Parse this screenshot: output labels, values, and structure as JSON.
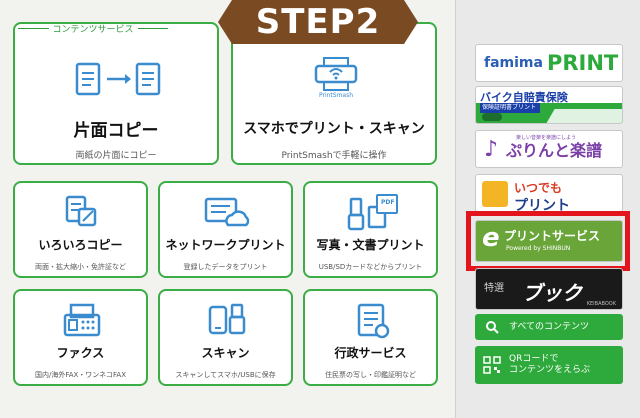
{
  "step": {
    "label": "STEP2"
  },
  "cards": [
    {
      "title": "片面コピー",
      "sub": "両紙の片面にコピー",
      "icon": "copy-arrow-icon"
    },
    {
      "title": "スマホでプリント・スキャン",
      "sub": "PrintSmashで手軽に操作",
      "icon": "printsmash-icon",
      "brand": "PrintSmash"
    },
    {
      "title": "いろいろコピー",
      "sub": "両面・拡大縮小・免許証など",
      "icon": "various-copy-icon"
    },
    {
      "title": "ネットワークプリント",
      "sub": "登録したデータをプリント",
      "icon": "cloud-print-icon"
    },
    {
      "title": "写真・文書プリント",
      "sub": "USB/SDカードなどからプリント",
      "icon": "usb-sd-icon",
      "badge": "PDF"
    },
    {
      "title": "ファクス",
      "sub": "国内/海外FAX・ワンネコFAX",
      "icon": "fax-icon"
    },
    {
      "title": "スキャン",
      "sub": "スキャンしてスマホ/USBに保存",
      "icon": "scan-icon"
    },
    {
      "title": "行政サービス",
      "sub": "住民票の写し・印鑑証明など",
      "icon": "government-doc-icon"
    }
  ],
  "sidebar": {
    "title": "コンテンツサービス",
    "tiles": [
      {
        "line1": "famima",
        "line2": "PRINT"
      },
      {
        "line1": "バイク自賠責保険",
        "line2": "保険証明書プリント"
      },
      {
        "line1": "ぷりんと楽譜",
        "tiny": "楽しい音楽を楽譜にしよう"
      },
      {
        "line1": "いつでも",
        "line2": "プリント"
      },
      {
        "line1": "プリントサービス",
        "line2": "Powered by SHINBUN",
        "mark": "e"
      },
      {
        "line1": "ブック",
        "line2": "特選",
        "foot": "KEIBABOOK"
      }
    ],
    "buttons": [
      {
        "label": "すべてのコンテンツ",
        "icon": "search-icon"
      },
      {
        "label_line1": "QRコードで",
        "label_line2": "コンテンツをえらぶ",
        "icon": "qr-code-icon"
      }
    ]
  },
  "colors": {
    "accent_green": "#3aae44",
    "step_brown": "#7a4a22",
    "highlight_red": "#e3141b",
    "icon_blue": "#3a8ccf"
  }
}
